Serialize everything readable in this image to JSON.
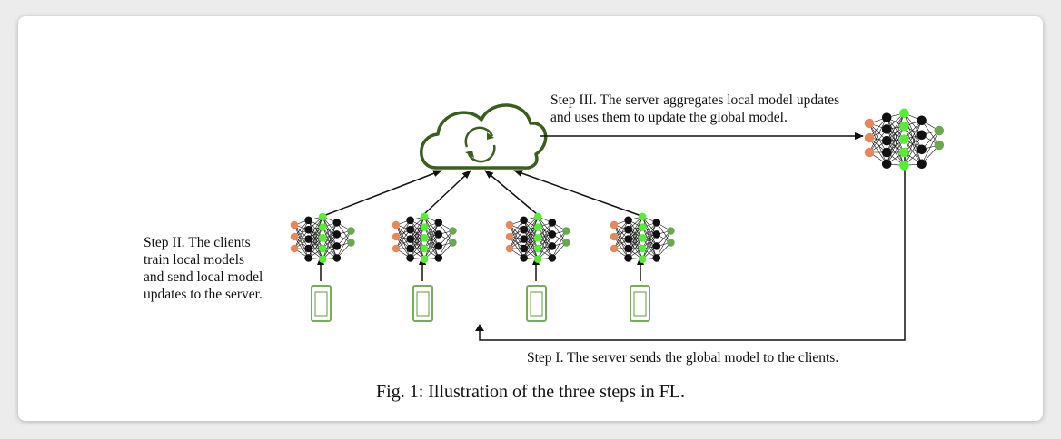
{
  "step3": [
    "Step III. The server aggregates local model updates",
    "and uses them to update the global model."
  ],
  "step2": [
    "Step II. The clients",
    "train local models",
    "and send local model",
    "updates to the server."
  ],
  "step1": "Step I. The server sends the global model to the clients.",
  "caption": "Fig. 1: Illustration of the three steps in FL.",
  "colors": {
    "input_node": "#e8875a",
    "hidden_node": "#55ee33",
    "output_node": "#6aa84f",
    "neuron_black": "#111111",
    "cloud": "#3b5e1f",
    "phone": "#7aaa5e"
  },
  "icons": {
    "server": "cloud-sync-icon",
    "client_device": "phone-icon",
    "model": "neural-network-icon"
  }
}
